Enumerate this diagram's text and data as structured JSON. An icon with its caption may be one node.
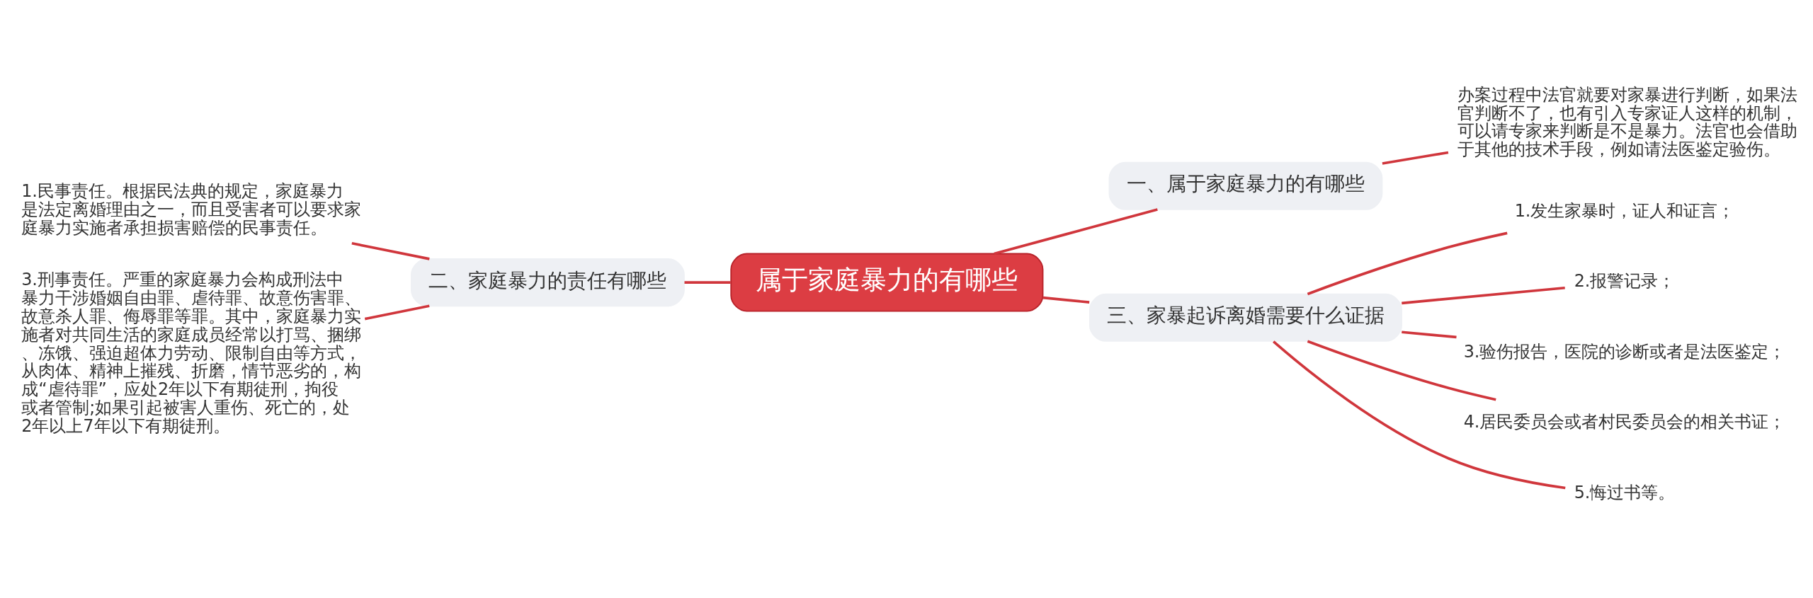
{
  "diagram": {
    "nodes": [
      {
        "text": [
          "属于家庭暴力的有哪些"
        ]
      },
      {
        "text": [
          "一、属于家庭暴力的有哪些"
        ]
      },
      {
        "text": [
          "办案过程中法官就要对家暴进行判断，如果法官判断不了，也有引入专家证人这样的机制，可以请专家来判断是不是暴力。法官也会借助于其他的技术手段，例如请法医鉴定验伤。"
        ]
      },
      {
        "text": [
          "二、家庭暴力的责任有哪些"
        ]
      },
      {
        "text": [
          "1.民事责任。根据民法典的规定，家庭暴力是法定离婚理由之一，而且受害者可以要求家庭暴力实施者承担损害赔偿的民事责任。"
        ]
      },
      {
        "text": [
          "3.刑事责任。严重的家庭暴力会构成刑法中暴力干涉婚姻自由罪、虐待罪、故意伤害罪、故意杀人罪、侮辱罪等罪。其中，家庭暴力实施者对共同生活的家庭成员经常以打骂、捆绑、冻饿、强迫超体力劳动、限制自由等方式，从肉体、精神上摧残、折磨，情节恶劣的，构成“虐待罪”，应处2年以下有期徒刑，拘役或者管制;如果引起被害人重伤、死亡的，处2年以上7年以下有期徒刑。"
        ]
      },
      {
        "text": [
          "三、家暴起诉离婚需要什么证据"
        ]
      },
      {
        "text": [
          "1.发生家暴时，证人和证言；"
        ]
      },
      {
        "text": [
          "2.报警记录；"
        ]
      },
      {
        "text": [
          "3.验伤报告，医院的诊断或者是法医鉴定；"
        ]
      },
      {
        "text": [
          "4.居民委员会或者村民委员会的相关书证；"
        ]
      },
      {
        "text": [
          "5.悔过书等。"
        ]
      }
    ],
    "edges": [
      {
        "from": 0,
        "to": 1,
        "arrow": "none"
      },
      {
        "from": 1,
        "to": 2,
        "arrow": "none"
      },
      {
        "from": 0,
        "to": 3,
        "arrow": "none"
      },
      {
        "from": 3,
        "to": 4,
        "arrow": "none"
      },
      {
        "from": 3,
        "to": 5,
        "arrow": "none"
      },
      {
        "from": 0,
        "to": 6,
        "arrow": "none"
      },
      {
        "from": 6,
        "to": 7,
        "arrow": "none"
      },
      {
        "from": 6,
        "to": 8,
        "arrow": "none"
      },
      {
        "from": 6,
        "to": 9,
        "arrow": "none"
      },
      {
        "from": 6,
        "to": 10,
        "arrow": "none"
      },
      {
        "from": 6,
        "to": 11,
        "arrow": "none"
      }
    ]
  }
}
